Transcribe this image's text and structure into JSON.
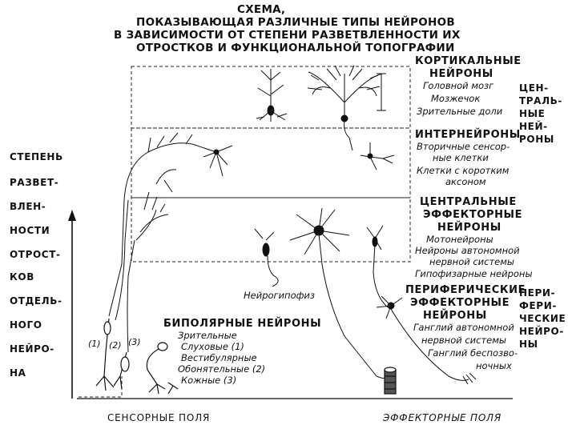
{
  "title": {
    "line1": "СХЕМА,",
    "line2": "ПОКАЗЫВАЮЩАЯ РАЗЛИЧНЫЕ ТИПЫ НЕЙРОНОВ",
    "line3": "В ЗАВИСИМОСТИ ОТ СТЕПЕНИ РАЗВЕТВЛЕННОСТИ ИХ",
    "line4": "ОТРОСТКОВ И ФУНКЦИОНАЛЬНОЙ ТОПОГРАФИИ"
  },
  "axis_label_lines": [
    "СТЕПЕНЬ",
    "РАЗВЕТ-",
    "ВЛЕН-",
    "НОСТИ",
    "ОТРОСТ-",
    "КОВ",
    "ОТДЕЛЬ-",
    "НОГО",
    "НЕЙРО-",
    "НА"
  ],
  "groups": {
    "cortical": {
      "header_lines": [
        "КОРТИКАЛЬНЫЕ",
        "НЕЙРОНЫ"
      ],
      "items": [
        "Головной мозг",
        "Мозжечок",
        "Зрительные доли"
      ]
    },
    "inter": {
      "header": "ИНТЕРНЕЙРОНЫ",
      "items": [
        "Вторичные сенсор-",
        "ные клетки",
        "Клетки с коротким",
        "аксоном"
      ]
    },
    "central_effector": {
      "header_lines": [
        "ЦЕНТРАЛЬНЫЕ",
        "ЭФФЕКТОРНЫЕ",
        "НЕЙРОНЫ"
      ],
      "items": [
        "Мотонейроны",
        "Нейроны автономной",
        "нервной системы",
        "Гипофизарные нейроны"
      ]
    },
    "peripheral_effector": {
      "header_lines": [
        "ПЕРИФЕРИЧЕСКИЕ",
        "ЭФФЕКТОРНЫЕ",
        "НЕЙРОНЫ"
      ],
      "items": [
        "Ганглий автономной",
        "нервной системы",
        "Ганглий беспозво-",
        "ночных"
      ]
    },
    "bipolar": {
      "header": "БИПОЛЯРНЫЕ НЕЙРОНЫ",
      "items": [
        "Зрительные",
        "Слуховые (1)",
        "Вестибулярные",
        "Обонятельные (2)",
        "Кожные (3)"
      ]
    }
  },
  "side_labels": {
    "central": [
      "ЦЕН-",
      "ТРАЛЬ-",
      "НЫЕ",
      "НЕЙ-",
      "РОНЫ"
    ],
    "peripheral": [
      "ПЕРИ-",
      "ФЕРИ-",
      "ЧЕСКИЕ",
      "НЕЙРО-",
      "НЫ"
    ]
  },
  "neuro_label": "Нейрогипофиз",
  "markers": [
    "(1)",
    "(2)",
    "(3)"
  ],
  "bottom": {
    "sensory": "СЕНСОРНЫЕ ПОЛЯ",
    "effector": "ЭФФЕКТОРНЫЕ ПОЛЯ"
  }
}
